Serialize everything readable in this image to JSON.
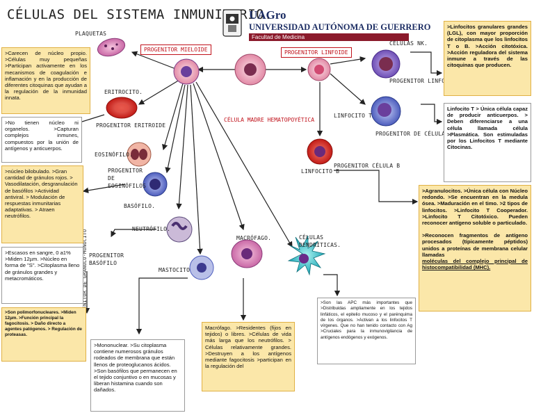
{
  "title": "CÉLULAS DEL SISTEMA INMUNITARIO.",
  "header": {
    "uag": "UAGro",
    "university": "UNIVERSIDAD AUTÓNOMA DE GUERRERO",
    "faculty": "Facultad de Medicina"
  },
  "labels": {
    "plaquetas": "PLAQUETAS",
    "progenitor_mieloide": "PROGENITOR MIELOIDE",
    "progenitor_linfoide": "PROGENITOR LINFOIDE",
    "celulas_nk": "CÉLULAS NK.",
    "progenitor_linfoide_2": "PROGENITOR LINFOIDE",
    "eritrocito": "ERITROCITO.",
    "progenitor_eritroide": "PROGENITOR ERITROIDE",
    "celula_madre": "CÉLULA MADRE HEMATOPOYÉTICA",
    "linfocito_t": "LINFOCITO T",
    "progenitor_celula_t": "PROGENITOR DE CÉLULA T.",
    "eosinofilo": "EOSINÓFILO.",
    "progenitor_eosinofilos": [
      "PROGENITOR",
      "DE",
      "EOSINÓFILOS"
    ],
    "linfocito_b": "LINFOCITO B",
    "progenitor_celula_b": "PROGENITOR CÉLULA B",
    "basofilo": "BASÓFILO.",
    "neutrofilo": "NEUTRÓFILO.",
    "macrofago": "MACRÓFAGO.",
    "celulas_dendriticas": [
      "CÉLULAS",
      "DENDRÍTICAS."
    ],
    "progenitor_basofilo": [
      "PROGENITOR",
      "BASÓFILO"
    ],
    "mastocito": "MASTOCITO",
    "progenitor_granulo": "PROGENITOR DE GRANULO-MONOCITO"
  },
  "boxes": {
    "plaquetas": ">Carecen de núcleo propio. >Células muy pequeñas >Participan activamente en los mecanismos de coagulación e inflamación y en la producción de diferentes citoquinas que ayudan a la regulación de la inmunidad innata.",
    "eritrocito": ">No tienen núcleo ni organelos. >Capturan complejos inmunes, compuestos por la unión de antígenos y anticuerpos.",
    "eosinofilo": ">núcleo bilobulado. >Gran cantidad de gránulos rojos. > Vasodilatación, desgranulación de basófilos >Actividad antiviral. > Modulación de respuestas inmunitarias adaptativas. > Atraen neutrófilos.",
    "basofilo": ">Escasos en sangre, 0 a1% >Miden 12µm. >Núcleo en forma de \"S\". >Citoplasma lleno de gránulos grandes y metacromáticos.",
    "neutrofilo": ">Son polimorfonucleares. >Miden 12µm. >Función principal la fagocitosis. > Daño directo a agentes patógenos. > Regulación de proteasas.",
    "mastocito": ">Mononuclear. >Su citoplasma contiene numerosos gránulos rodeados de membrana que están llenos de proteoglucanos ácidos. >Son basófilos que permanecen en el tejido conjuntivo o en mucosas y liberan histamina cuando son dañados.",
    "macrofago": "Macrófago. >Residentes (fijos en tejidos) o libres. >Células de vida más larga que los neutrófilos. > Células relativamente grandes. >Destruyen a los antígenos mediante fagocitosis >participan en la regulación del",
    "dendriticas": ">Son las APC más importantes que >Distribuidas ampliamente en los tejidos linfáticos, el epitelio mucoso y el parénquima de los órganos. >Activan a los linfocitos T vírgenes. Que no han tenido contacto con Ag >Cruciales para la inmunovigilancia de antígenos endógenos y exógenos.",
    "nk": ">Linfocitos granulares grandes (LGL), con mayor proporción de citoplasma que los linfocitos T o B. >Acción citotóxica. >Acción reguladora del sistema inmune a través de las citoquinas que producen.",
    "linfocito_t": "Linfocito T > Única célula capaz de producir anticuerpos. > Deben diferenciarse a una célula llamada célula >Plasmática. Son estimuladas por los Linfocitos T mediante Citocinas.",
    "linfocito_b_1": ">Agranulocitos. >Única célula con Núcleo redondo. >Se encuentran en la medula ósea. >Maduración en el timo. >2 tipos de linfocitos. >Linfocito T Cooperador. >Linfocito T Citotóxico. Pueden reconocer antígeno soluble o particulado.",
    "linfocito_b_2": ">Reconocen fragmentos de antígeno procesados (típicamente péptidos) unidos a proteínas de membrana celular llamadas",
    "linfocito_b_3": "moléculas del complejo principal de histocompatibilidad (MHC)."
  },
  "colors": {
    "yellow_box": "#fbe7a9",
    "accent_red": "#c0111a",
    "brand_blue": "#1c2d63",
    "faculty_bar": "#8b1a2b"
  }
}
